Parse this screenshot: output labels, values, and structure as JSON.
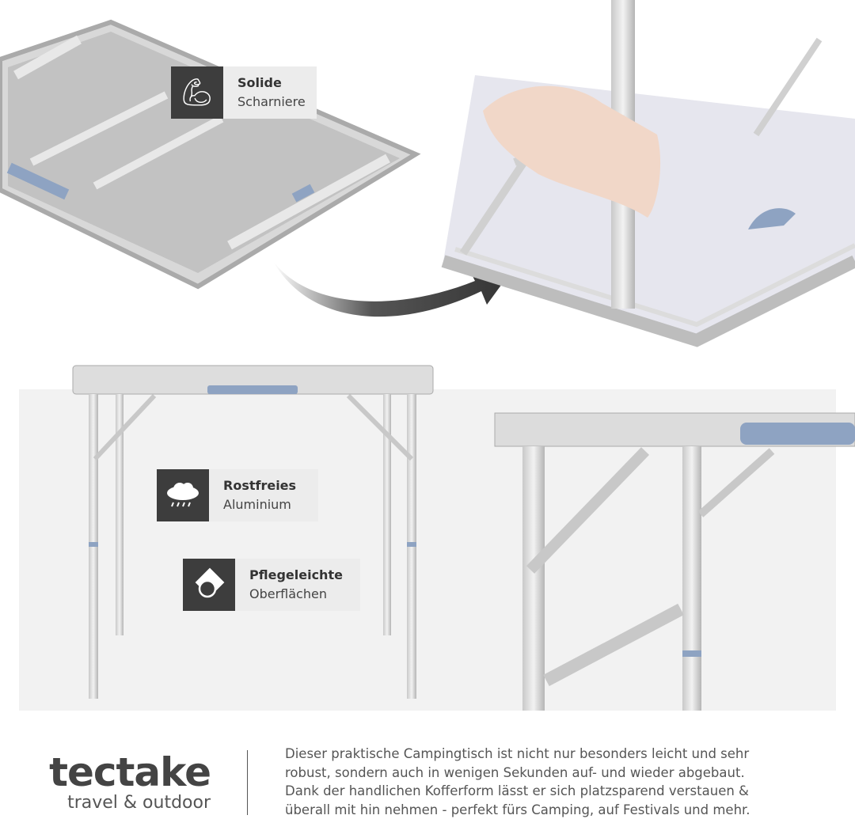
{
  "badges": [
    {
      "icon": "flexed-arm-icon",
      "title": "Solide",
      "subtitle": "Scharniere"
    },
    {
      "icon": "rain-cloud-icon",
      "title": "Rostfreies",
      "subtitle": "Aluminium"
    },
    {
      "icon": "wiping-hand-icon",
      "title": "Pflegeleichte",
      "subtitle": "Oberflächen"
    }
  ],
  "brand": {
    "name": "tectake",
    "tagline": "travel & outdoor"
  },
  "description": [
    "Dieser praktische Campingtisch ist nicht nur besonders leicht und sehr",
    "robust, sondern auch in wenigen Sekunden auf- und wieder abgebaut.",
    "Dank der handlichen Kofferform lässt er sich platzsparend verstauen &",
    "überall mit hin nehmen - perfekt fürs Camping, auf Festivals und mehr."
  ],
  "colors": {
    "badge_dark": "#3d3d3d",
    "badge_light": "#ececec",
    "accent_blue": "#8ea3c2",
    "panel": "#f2f2f2"
  }
}
